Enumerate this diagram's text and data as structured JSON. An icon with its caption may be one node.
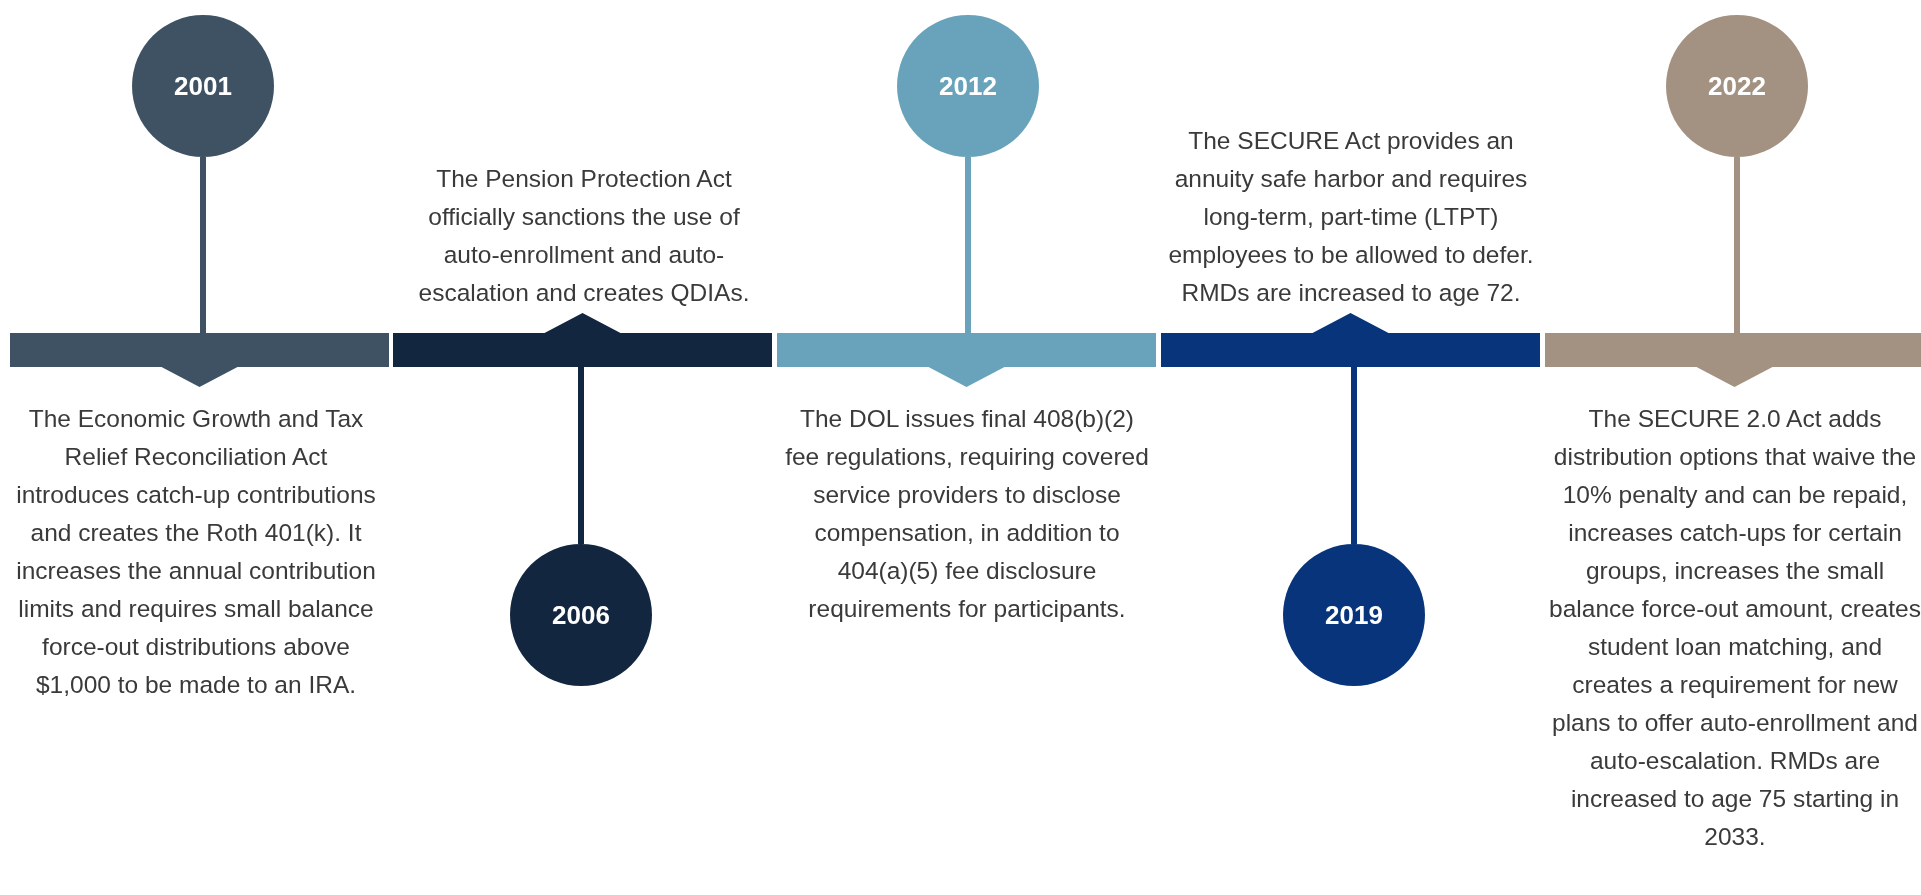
{
  "diagram": {
    "nodes": [
      {
        "text": [
          "2001"
        ]
      },
      {
        "text": [],
        "shape": "bar",
        "beside": [
          "The Economic Growth and Tax Relief Reconciliation Act introduces catch-up contributions and creates the Roth 401(k). It increases the annual contribution limits and requires small balance force-out distributions above $1,000 to be made to an IRA."
        ]
      },
      {
        "text": [
          "2006"
        ]
      },
      {
        "text": [],
        "shape": "bar",
        "beside": [
          "The Pension Protection Act officially sanctions the use of auto-enrollment and auto-escalation and creates QDIAs."
        ]
      },
      {
        "text": [
          "2012"
        ]
      },
      {
        "text": [],
        "shape": "bar",
        "beside": [
          "The DOL issues final 408(b)(2) fee regulations, requiring covered service providers to disclose compensation, in addition to 404(a)(5) fee disclosure requirements for participants."
        ]
      },
      {
        "text": [
          "2019"
        ]
      },
      {
        "text": [],
        "shape": "bar",
        "beside": [
          "The SECURE Act provides an annuity safe harbor and requires long-term, part-time (LTPT) employees to be allowed to defer. RMDs are increased to age 72."
        ]
      },
      {
        "text": [
          "2022"
        ]
      },
      {
        "text": [],
        "shape": "bar",
        "beside": [
          "The SECURE 2.0 Act adds distribution options that waive the 10% penalty and can be repaid, increases catch-ups for certain groups, increases the small balance force-out amount, creates student loan matching, and creates a requirement for new plans to offer auto-enrollment and auto-escalation. RMDs are increased to age 75 starting in 2033."
        ]
      }
    ],
    "edges": [
      {
        "from": 0,
        "to": 1,
        "arrow": "none",
        "color": "#3f5263"
      },
      {
        "from": 2,
        "to": 3,
        "arrow": "none",
        "color": "#13263f"
      },
      {
        "from": 4,
        "to": 5,
        "arrow": "none",
        "color": "#68a3bb"
      },
      {
        "from": 6,
        "to": 7,
        "arrow": "none",
        "color": "#07347a"
      },
      {
        "from": 8,
        "to": 9,
        "arrow": "none",
        "color": "#a39281"
      }
    ]
  }
}
